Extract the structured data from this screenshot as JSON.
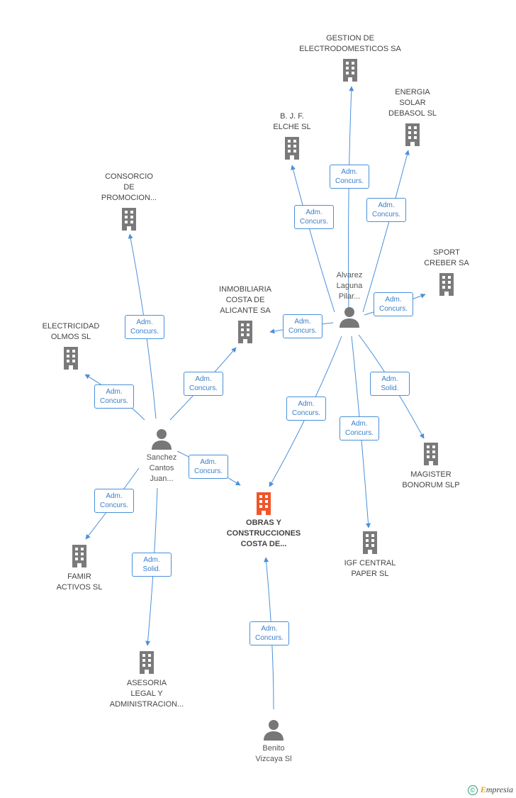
{
  "colors": {
    "link": "#4a90d9",
    "building": "#7a7a7a",
    "main_building": "#f0562a",
    "person": "#777777"
  },
  "nodes": {
    "gestion": {
      "label": "GESTION DE\nELECTRODOMESTICOS SA",
      "icon": "building-icon"
    },
    "energia": {
      "label": "ENERGIA\nSOLAR\nDEBASOL SL",
      "icon": "building-icon"
    },
    "bjf": {
      "label": "B.  J. F.\nELCHE SL",
      "icon": "building-icon"
    },
    "consorcio": {
      "label": "CONSORCIO\nDE\nPROMOCION...",
      "icon": "building-icon"
    },
    "sport": {
      "label": "SPORT\nCREBER SA",
      "icon": "building-icon"
    },
    "inmobiliaria": {
      "label": "INMOBILIARIA\nCOSTA DE\nALICANTE SA",
      "icon": "building-icon"
    },
    "electricidad": {
      "label": "ELECTRICIDAD\nOLMOS SL",
      "icon": "building-icon"
    },
    "alvarez": {
      "label": "Alvarez\nLaguna\nPilar...",
      "icon": "person-icon"
    },
    "sanchez": {
      "label": "Sanchez\nCantos\nJuan...",
      "icon": "person-icon"
    },
    "obras": {
      "label": "OBRAS Y\nCONSTRUCCIONES\nCOSTA DE...",
      "icon": "building-icon"
    },
    "magister": {
      "label": "MAGISTER\nBONORUM  SLP",
      "icon": "building-icon"
    },
    "igf": {
      "label": "IGF CENTRAL\nPAPER SL",
      "icon": "building-icon"
    },
    "famir": {
      "label": "FAMIR\nACTIVOS SL",
      "icon": "building-icon"
    },
    "asesoria": {
      "label": "ASESORIA\nLEGAL Y\nADMINISTRACION...",
      "icon": "building-icon"
    },
    "benito": {
      "label": "Benito\nVizcaya Sl",
      "icon": "person-icon"
    }
  },
  "relations": {
    "concurs": "Adm.\nConcurs.",
    "solid": "Adm.\nSolid."
  },
  "footer": {
    "copyright": "©",
    "brand_initial": "E",
    "brand_rest": "mpresia"
  }
}
